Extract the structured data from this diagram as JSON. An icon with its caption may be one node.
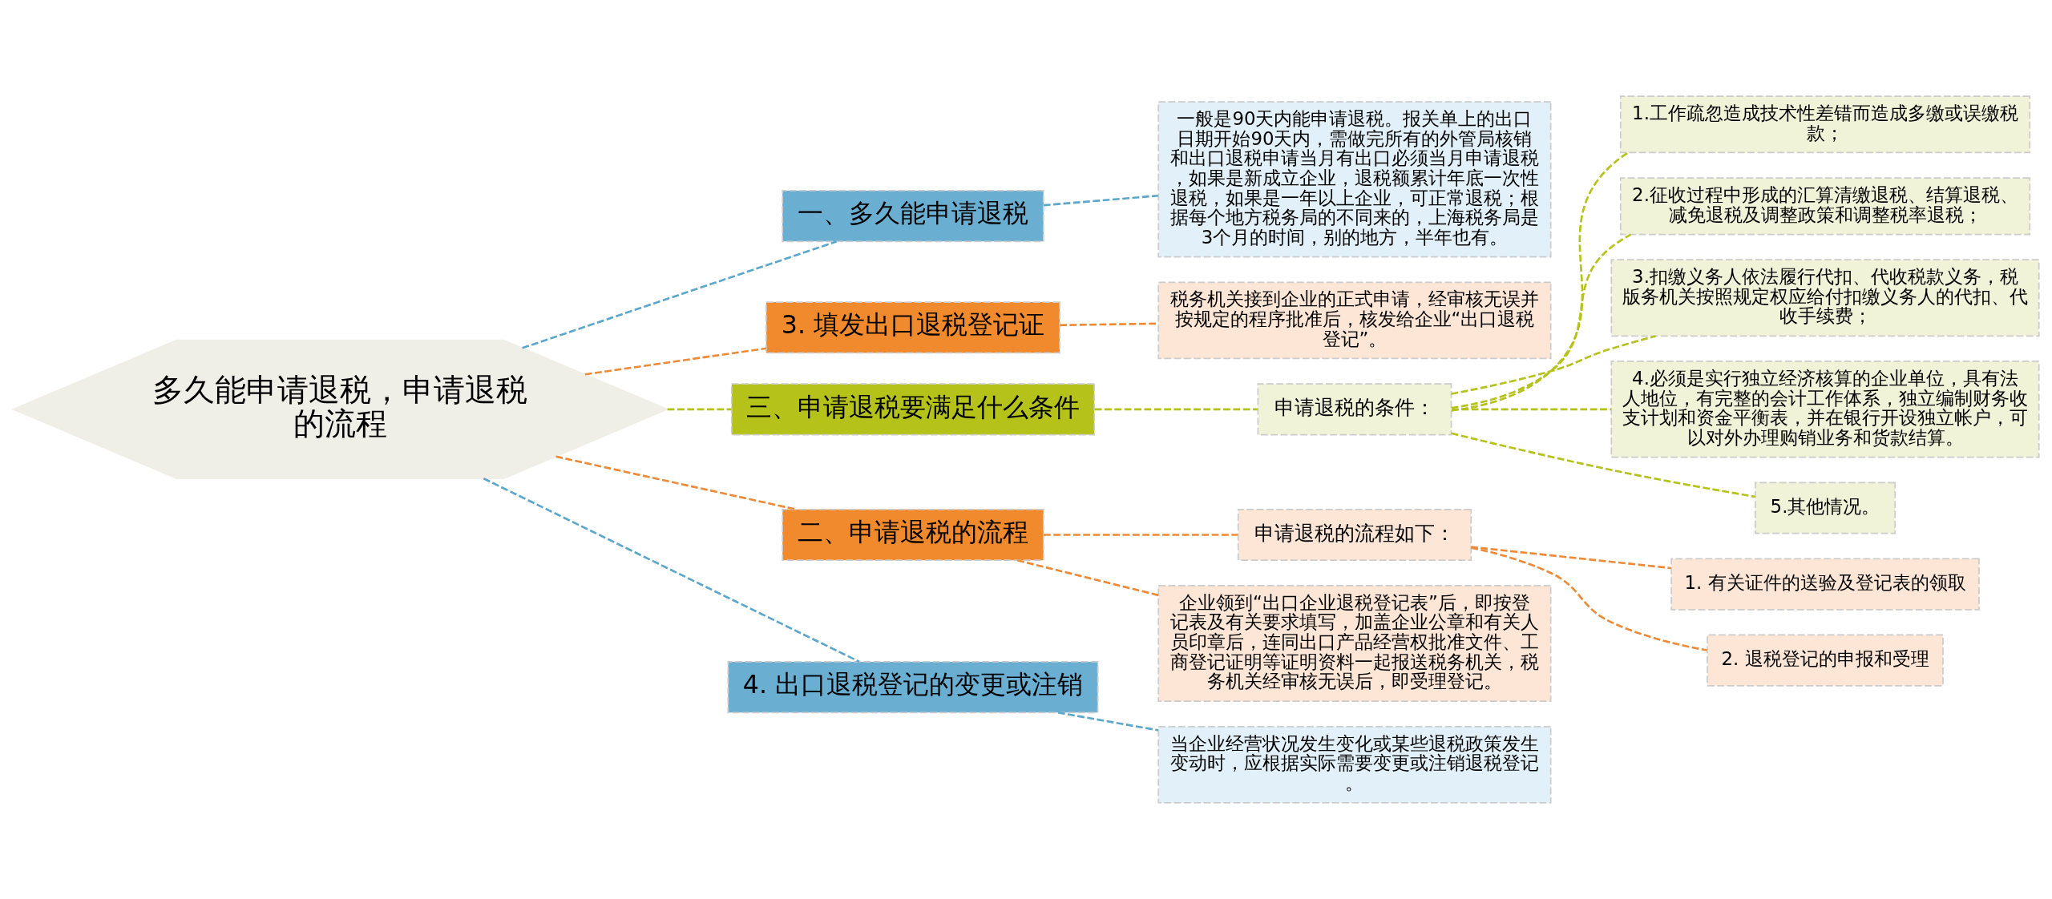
{
  "diagram": {
    "nodes": [
      {
        "text": [
          "多久能申请退税，申请退税的流程"
        ]
      },
      {
        "text": [
          "一、多久能申请退税"
        ]
      },
      {
        "text": [
          "一般是90天内能申请退税。报关单上的出口日期开始90天内，需做完所有的外管局核销和出口退税申请当月有出口必须当月申请退税，如果是新成立企业，退税额累计年底一次性退税，如果是一年以上企业，可正常退税；根据每个地方税务局的不同来的，上海税务局是3个月的时间，别的地方，半年也有。"
        ]
      },
      {
        "text": [
          "3. 填发出口退税登记证"
        ]
      },
      {
        "text": [
          "税务机关接到企业的正式申请，经审核无误并按规定的程序批准后，核发给企业“出口退税登记”。"
        ]
      },
      {
        "text": [
          "三、申请退税要满足什么条件"
        ]
      },
      {
        "text": [
          "申请退税的条件："
        ]
      },
      {
        "text": [
          "1.工作疏忽造成技术性差错而造成多缴或误缴税款；"
        ]
      },
      {
        "text": [
          "2.征收过程中形成的汇算清缴退税、结算退税、减免退税及调整政策和调整税率退税；"
        ]
      },
      {
        "text": [
          "3.扣缴义务人依法履行代扣、代收税款义务，税版务机关按照规定权应给付扣缴义务人的代扣、代收手续费；"
        ]
      },
      {
        "text": [
          "4.必须是实行独立经济核算的企业单位，具有法人地位，有完整的会计工作体系，独立编制财务收支计划和资金平衡表，并在银行开设独立帐户，可以对外办理购销业务和货款结算。"
        ]
      },
      {
        "text": [
          "5.其他情况。"
        ]
      },
      {
        "text": [
          "二、申请退税的流程"
        ]
      },
      {
        "text": [
          "申请退税的流程如下："
        ]
      },
      {
        "text": [
          "1. 有关证件的送验及登记表的领取"
        ]
      },
      {
        "text": [
          "2. 退税登记的申报和受理"
        ]
      },
      {
        "text": [
          "企业领到“出口企业退税登记表”后，即按登记表及有关要求填写，加盖企业公章和有关人员印章后，连同出口产品经营权批准文件、工商登记证明等证明资料一起报送税务机关，税务机关经审核无误后，即受理登记。"
        ]
      },
      {
        "text": [
          "4. 出口退税登记的变更或注销"
        ]
      },
      {
        "text": [
          "当企业经营状况发生变化或某些退税政策发生变动时，应根据实际需要变更或注销退税登记。"
        ]
      }
    ],
    "edges": [
      {
        "from": 0,
        "to": 1,
        "arrow": "none",
        "style": "dashed",
        "color": "#5ba7cc"
      },
      {
        "from": 1,
        "to": 2,
        "arrow": "none",
        "style": "dashed",
        "color": "#5ba7cc"
      },
      {
        "from": 0,
        "to": 3,
        "arrow": "none",
        "style": "dashed",
        "color": "#ee8a36"
      },
      {
        "from": 3,
        "to": 4,
        "arrow": "none",
        "style": "dashed",
        "color": "#ee8a36"
      },
      {
        "from": 0,
        "to": 5,
        "arrow": "none",
        "style": "dashed"
      },
      {
        "from": 5,
        "to": 6,
        "arrow": "none",
        "style": "dashed"
      },
      {
        "from": 6,
        "to": 7,
        "arrow": "none",
        "style": "dashed"
      },
      {
        "from": 6,
        "to": 8,
        "arrow": "none",
        "style": "dashed"
      },
      {
        "from": 6,
        "to": 9,
        "arrow": "none",
        "style": "dashed"
      },
      {
        "from": 6,
        "to": 10,
        "arrow": "none",
        "style": "dashed"
      },
      {
        "from": 6,
        "to": 11,
        "arrow": "none",
        "style": "dashed"
      },
      {
        "from": 0,
        "to": 12,
        "arrow": "none",
        "style": "dashed",
        "color": "#ee8a36"
      },
      {
        "from": 12,
        "to": 13,
        "arrow": "none",
        "style": "dashed",
        "color": "#ee8a36"
      },
      {
        "from": 13,
        "to": 14,
        "arrow": "none",
        "style": "dashed",
        "color": "#ee8a36"
      },
      {
        "from": 13,
        "to": 15,
        "arrow": "none",
        "style": "dashed",
        "color": "#ee8a36"
      },
      {
        "from": 12,
        "to": 16,
        "arrow": "none",
        "style": "dashed",
        "color": "#ee8a36"
      },
      {
        "from": 0,
        "to": 17,
        "arrow": "none",
        "style": "dashed",
        "color": "#5ba7cc"
      },
      {
        "from": 17,
        "to": 18,
        "arrow": "none",
        "style": "dashed",
        "color": "#5ba7cc"
      }
    ]
  }
}
